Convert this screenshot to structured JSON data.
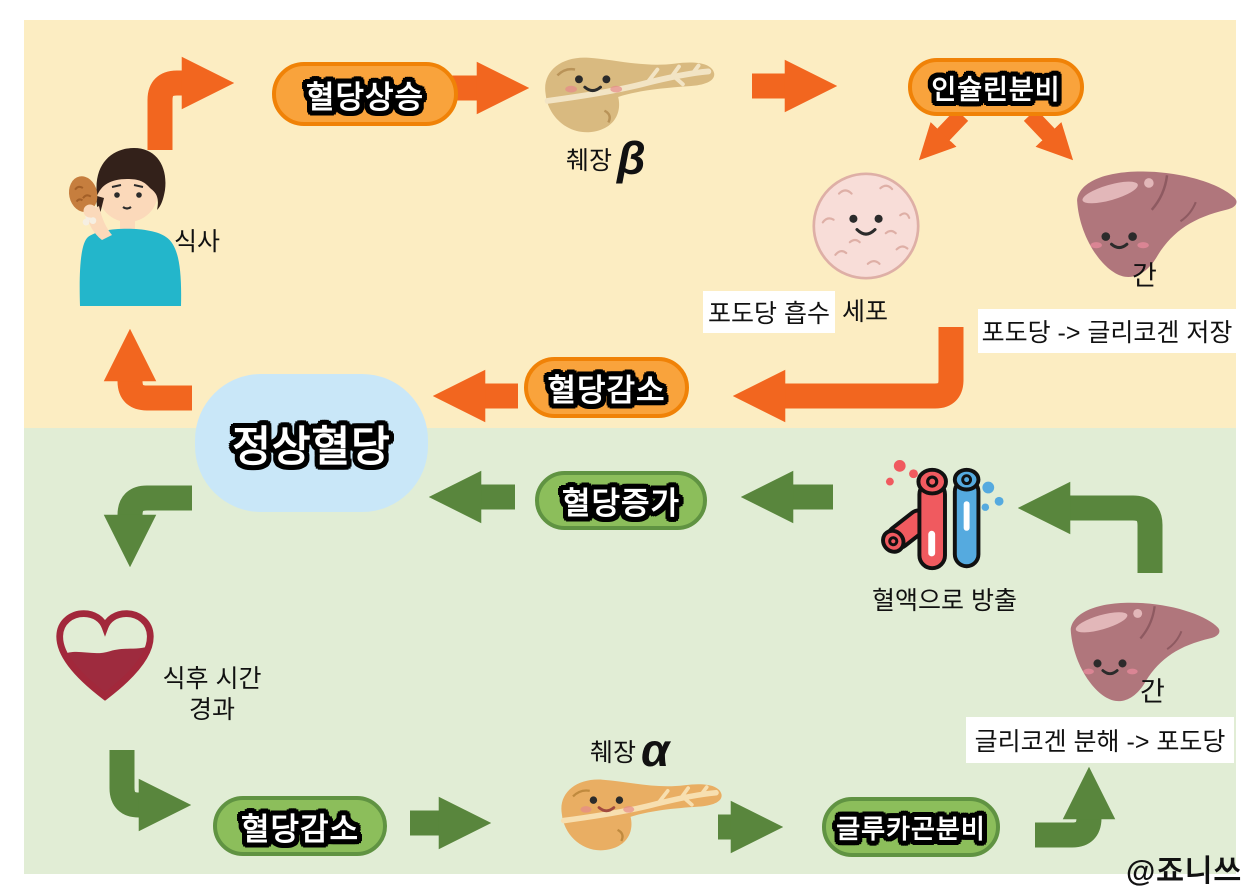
{
  "colors": {
    "top_bg": "#FCEDC2",
    "bottom_bg": "#E1EDD5",
    "orange": "#F2661F",
    "orange_badge_fill": "#F9A33C",
    "orange_badge_border": "#F08207",
    "green": "#59863D",
    "green_badge_fill": "#8CBE5B",
    "green_badge_border": "#609342",
    "blob": "#C9E7F8",
    "liver": "#B0767C",
    "liver_highlight": "#E2B7B9",
    "liver_line": "#8E5A61",
    "pancreas_top": "#D9BA80",
    "pancreas_top_duct": "#F2E4C4",
    "pancreas_bottom": "#E9AE63",
    "pancreas_bottom_duct": "#F7DFB0",
    "cell_fill": "#F8DDD8",
    "cell_stroke": "#DEAFA6",
    "heart": "#A2283B",
    "heart_liquid": "#9E2B3E",
    "vessel_red": "#F05A5F",
    "vessel_blue": "#55AADF",
    "skin": "#FBD9BA",
    "hair": "#33211A",
    "shirt": "#23B6CB",
    "chicken": "#C67E3E",
    "face_line": "#2B2B2B",
    "text": "#111111"
  },
  "top_cycle": {
    "meal_label": "식사",
    "rise_badge": "혈당상승",
    "pancreas_label": "췌장",
    "pancreas_type": "β",
    "insulin_badge": "인슐린분비",
    "cell_label": "세포",
    "cell_note": "포도당 흡수",
    "liver_label": "간",
    "liver_note": "포도당 -> 글리코겐 저장",
    "fall_badge": "혈당감소"
  },
  "center": {
    "normal_badge": "정상혈당"
  },
  "bottom_cycle": {
    "elapsed_label_line1": "식후 시간",
    "elapsed_label_line2": "경과",
    "fall_badge": "혈당감소",
    "pancreas_label": "췌장",
    "pancreas_type": "α",
    "glucagon_badge": "글루카곤분비",
    "liver_label": "간",
    "liver_note": "글리코겐 분해 -> 포도당",
    "vessel_label": "혈액으로 방출",
    "increase_badge": "혈당증가"
  },
  "signature": "@죠니쓰"
}
